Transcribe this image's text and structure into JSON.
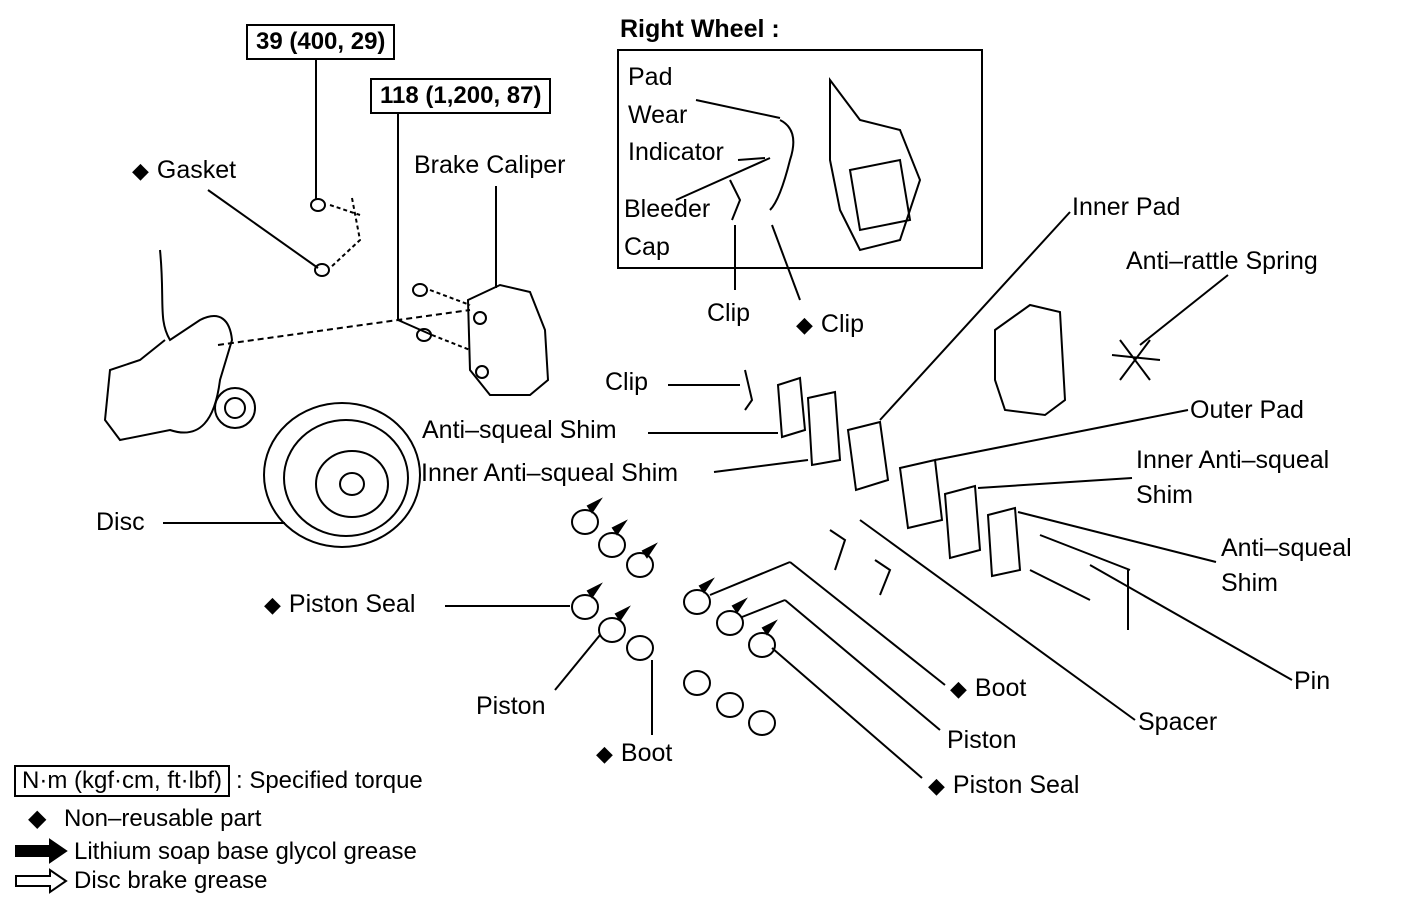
{
  "torques": {
    "t39": "39 (400, 29)",
    "t118": "118 (1,200, 87)"
  },
  "inset": {
    "title": "Right Wheel :",
    "pad": "Pad",
    "wear": "Wear",
    "indicator": "Indicator",
    "bleeder": "Bleeder",
    "cap": "Cap"
  },
  "labels": {
    "gasket": "Gasket",
    "brake_caliper": "Brake Caliper",
    "disc": "Disc",
    "clip_a": "Clip",
    "clip_b": "Clip",
    "clip_c": "Clip",
    "anti_squeal_shim_l": "Anti–squeal Shim",
    "inner_anti_squeal_shim_l": "Inner Anti–squeal Shim",
    "inner_pad": "Inner Pad",
    "anti_rattle_spring": "Anti–rattle Spring",
    "outer_pad": "Outer Pad",
    "inner_anti_squeal_r1": "Inner Anti–squeal",
    "inner_anti_squeal_r2": "Shim",
    "anti_squeal_r1": "Anti–squeal",
    "anti_squeal_r2": "Shim",
    "pin": "Pin",
    "spacer": "Spacer",
    "boot_r": "Boot",
    "piston_r": "Piston",
    "piston_seal_r": "Piston Seal",
    "piston_seal_l": "Piston Seal",
    "piston_l": "Piston",
    "boot_l": "Boot"
  },
  "legend": {
    "torque_box": "N·m (kgf·cm, ft·lbf)",
    "torque_text": ": Specified torque",
    "non_reusable": "Non–reusable part",
    "lithium": "Lithium soap base glycol grease",
    "disc_grease": "Disc brake grease"
  }
}
